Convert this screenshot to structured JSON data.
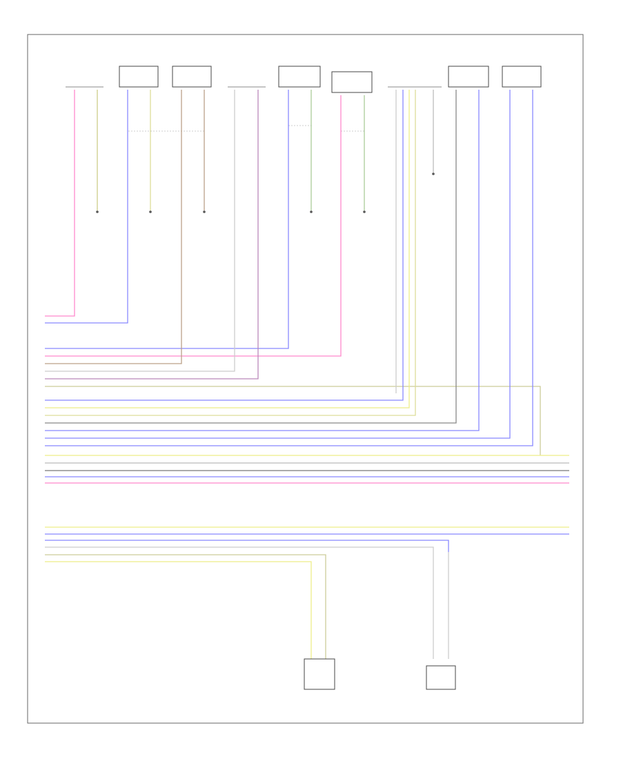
{
  "diagram": {
    "footer_code": "",
    "components": [
      {
        "id": "c1",
        "label": ""
      },
      {
        "id": "c2",
        "label": ""
      },
      {
        "id": "c3",
        "label": ""
      },
      {
        "id": "c4",
        "label": ""
      },
      {
        "id": "c5",
        "label": ""
      },
      {
        "id": "c6",
        "label": ""
      },
      {
        "id": "c7",
        "label": ""
      },
      {
        "id": "c8",
        "label": ""
      },
      {
        "id": "c9",
        "label": ""
      },
      {
        "id": "c10",
        "label": ""
      },
      {
        "id": "c11",
        "label": ""
      }
    ],
    "ground_notes": [
      "",
      "",
      "",
      "",
      "",
      ""
    ],
    "side_note": "",
    "colors": {
      "pink": "#ff88cc",
      "violet": "#8888ff",
      "yellow": "#eeee88",
      "gray": "#bbbbbb",
      "brown": "#bba088",
      "khaki": "#cccc99",
      "green": "#aacc99",
      "dark": "#777777"
    }
  }
}
